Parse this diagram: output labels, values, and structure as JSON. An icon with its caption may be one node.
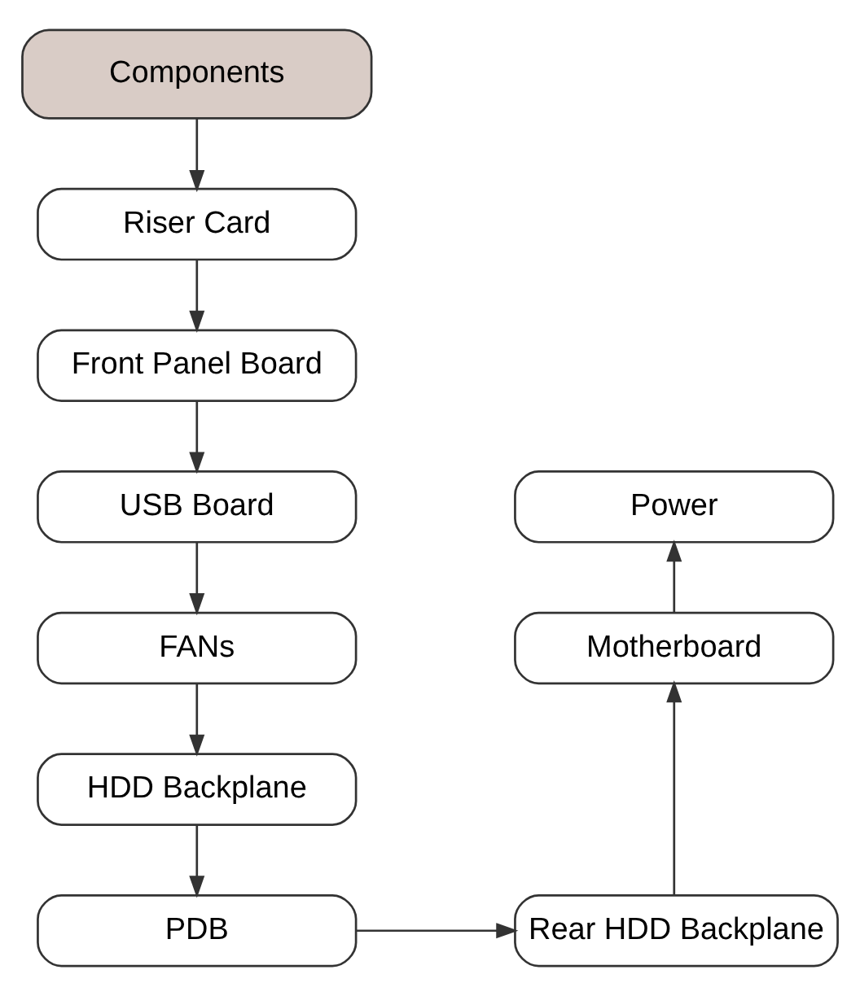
{
  "diagram": {
    "nodes": [
      {
        "text": [
          "Components"
        ]
      },
      {
        "text": [
          "Riser Card"
        ]
      },
      {
        "text": [
          "Front Panel Board"
        ]
      },
      {
        "text": [
          "USB Board"
        ]
      },
      {
        "text": [
          "FANs"
        ]
      },
      {
        "text": [
          "HDD Backplane"
        ]
      },
      {
        "text": [
          "PDB"
        ]
      },
      {
        "text": [
          "Rear HDD Backplane"
        ]
      },
      {
        "text": [
          "Motherboard"
        ]
      },
      {
        "text": [
          "Power"
        ]
      }
    ],
    "edges": [
      {
        "from": 0,
        "to": 1,
        "arrow": "to"
      },
      {
        "from": 1,
        "to": 2,
        "arrow": "to"
      },
      {
        "from": 2,
        "to": 3,
        "arrow": "to"
      },
      {
        "from": 3,
        "to": 4,
        "arrow": "to"
      },
      {
        "from": 4,
        "to": 5,
        "arrow": "to"
      },
      {
        "from": 5,
        "to": 6,
        "arrow": "to"
      },
      {
        "from": 6,
        "to": 7,
        "arrow": "to"
      },
      {
        "from": 7,
        "to": 8,
        "arrow": "to"
      },
      {
        "from": 8,
        "to": 9,
        "arrow": "to"
      }
    ]
  }
}
